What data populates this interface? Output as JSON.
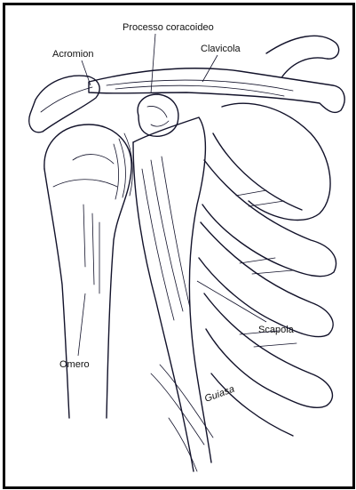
{
  "diagram": {
    "labels": {
      "acromion": "Acromion",
      "processo": "Processo coracoideo",
      "clavicola": "Clavicola",
      "scapola": "Scapola",
      "omero": "Omero"
    },
    "signature": "Guiasa",
    "colors": {
      "ink": "#12122a",
      "frame": "#000000",
      "paper": "#ffffff"
    }
  }
}
